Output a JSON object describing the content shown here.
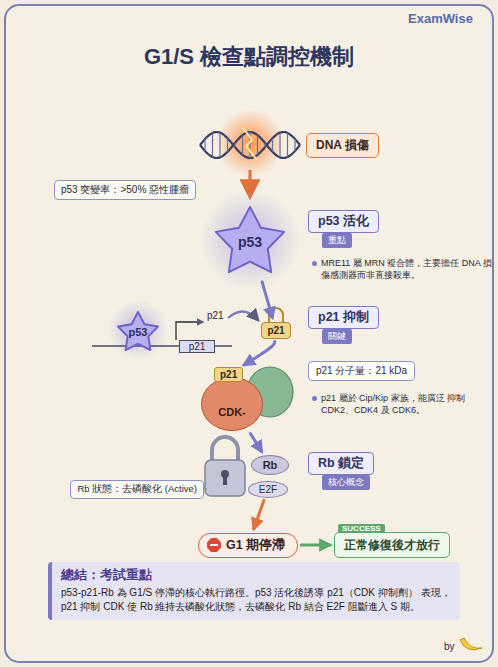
{
  "diagram": {
    "title": "G1/S 檢查點調控機制",
    "nodes": [
      {
        "text": [
          "DNA 損傷"
        ]
      },
      {
        "text": [
          "p53 突變率：>50% 惡性腫瘤"
        ]
      },
      {
        "text": [
          "p53"
        ]
      },
      {
        "text": [
          "p53 活化",
          "重點"
        ]
      },
      {
        "text": [
          "p53"
        ]
      },
      {
        "text": [
          "p21"
        ]
      },
      {
        "text": [
          "p21"
        ]
      },
      {
        "text": [
          "CDK-"
        ]
      },
      {
        "text": [
          "p21"
        ],
        "in": 7
      },
      {
        "text": [
          "p21 抑制",
          "關鍵"
        ]
      },
      {
        "text": [
          "p21 分子量：21 kDa"
        ]
      },
      {
        "text": [
          "Rb"
        ]
      },
      {
        "text": [
          "E2F"
        ]
      },
      {
        "text": [
          "Rb 狀態：去磷酸化 (Active)"
        ]
      },
      {
        "text": [
          "Rb 鎖定",
          "核心概念"
        ]
      },
      {
        "text": [
          "G1 期停滯"
        ]
      },
      {
        "text": [
          "SUCCESS",
          "正常修復後才放行"
        ]
      },
      {
        "text": [
          "總結：考試重點",
          "p53-p21-Rb 為 G1/S 停滯的核心執行路徑。p53 活化後誘導 p21（CDK 抑制劑） 表現，p21 抑制 CDK 使 Rb 維持去磷酸化狀態，去磷酸化 Rb 結合 E2F 阻斷進入 S 期。"
        ]
      }
    ],
    "edges": [
      {
        "from": 2,
        "to": 6,
        "arrow": "to"
      },
      {
        "from": 6,
        "to": 8,
        "arrow": "to"
      },
      {
        "from": 7,
        "to": 11,
        "arrow": "to"
      },
      {
        "from": 12,
        "to": 15,
        "arrow": "to"
      },
      {
        "from": 15,
        "to": 16,
        "arrow": "to"
      }
    ],
    "labels": [
      "ExamWise",
      "MRE11 屬 MRN 複合體，主要擔任 DNA 損傷感測器而非直接殺車。",
      "p21",
      "p21 屬於 Cip/Kip 家族，能廣泛 抑制 CDK2、CDK4 及 CDK6。",
      "by"
    ]
  }
}
